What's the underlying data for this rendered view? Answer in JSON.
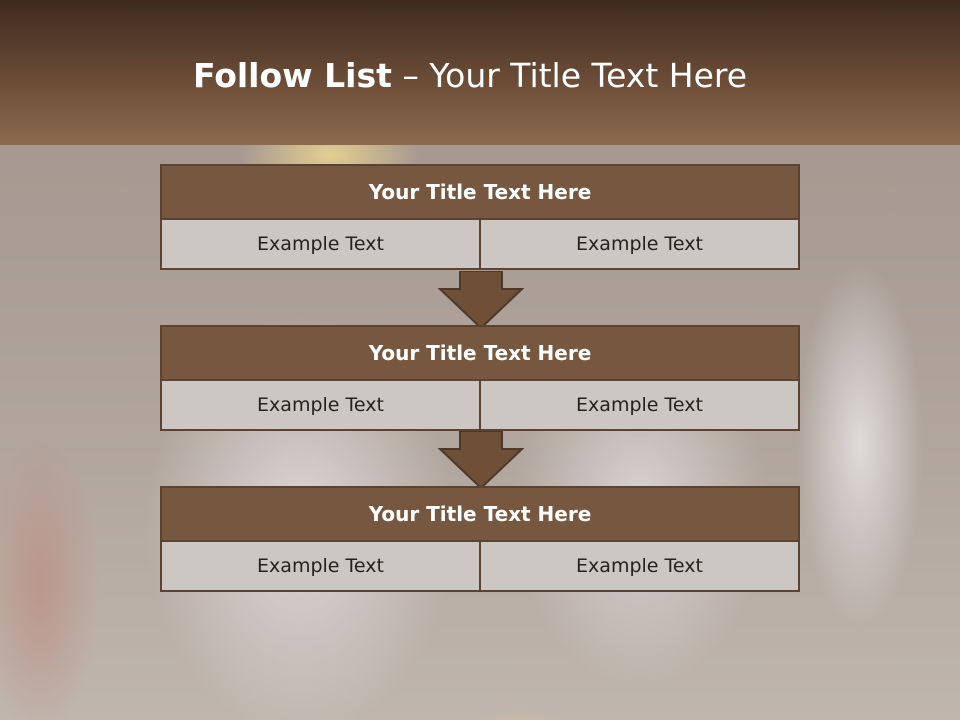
{
  "slide": {
    "title_bold": "Follow List",
    "title_rest": " – Your Title Text Here",
    "blocks": [
      {
        "title": "Your Title Text Here",
        "left": "Example Text",
        "right": "Example Text"
      },
      {
        "title": "Your Title Text Here",
        "left": "Example Text",
        "right": "Example Text"
      },
      {
        "title": "Your Title Text Here",
        "left": "Example Text",
        "right": "Example Text"
      }
    ]
  },
  "colors": {
    "header": "#6a4c37",
    "block_title": "#765740",
    "cell": "#cdc7c3",
    "arrow": "#6e5038"
  }
}
